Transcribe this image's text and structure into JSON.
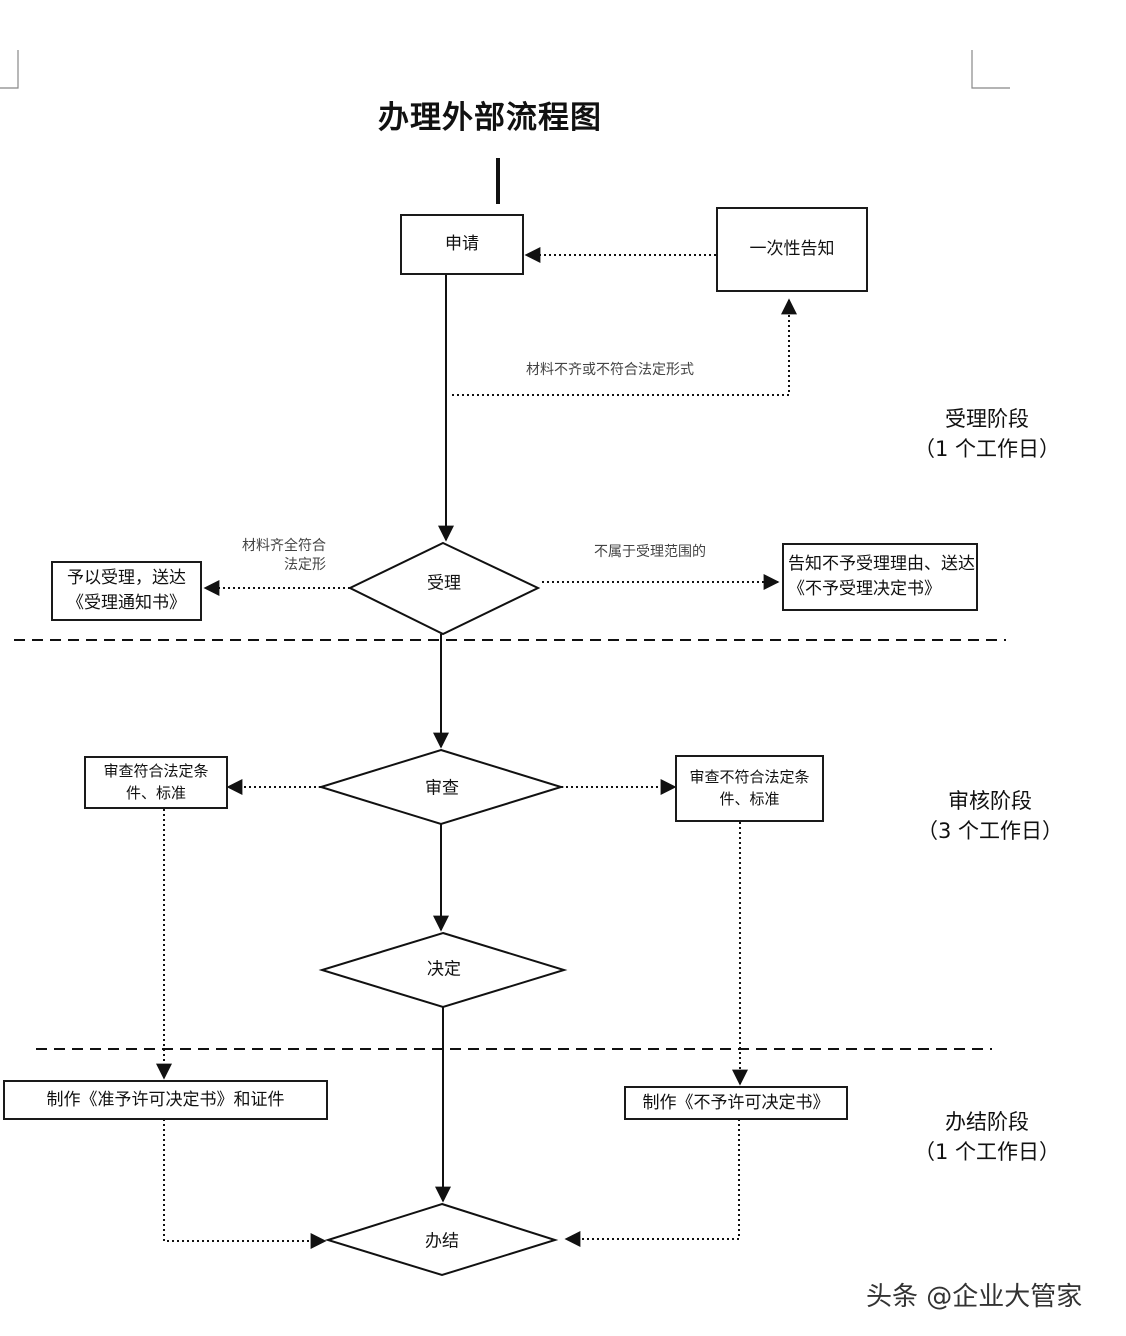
{
  "title": "办理外部流程图",
  "nodes": {
    "apply": "申请",
    "one_time_notice": "一次性告知",
    "accept_decision": "受理",
    "accept_notice": "予以受理，送达《受理通知书》",
    "reject_notice": "告知不予受理理由、送达《不予受理决定书》",
    "review_decision": "审查",
    "review_pass": "审查符合法定条件、标准",
    "review_fail": "审查不符合法定条件、标准",
    "decide": "决定",
    "make_permit": "制作《准予许可决定书》和证件",
    "make_refusal": "制作《不予许可决定书》",
    "complete": "办结"
  },
  "edge_labels": {
    "incomplete_materials": "材料不齐或不符合法定形式",
    "complete_materials": "材料齐全符合法定形",
    "out_of_scope": "不属于受理范围的"
  },
  "stages": [
    {
      "name": "受理阶段",
      "duration": "（1 个工作日）"
    },
    {
      "name": "审核阶段",
      "duration": "（3 个工作日）"
    },
    {
      "name": "办结阶段",
      "duration": "（1 个工作日）"
    }
  ],
  "watermark": "头条 @企业大管家"
}
